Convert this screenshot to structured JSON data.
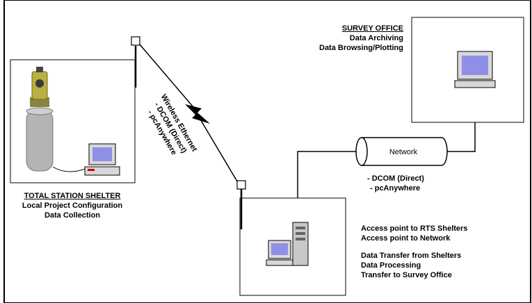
{
  "shelter": {
    "title": "TOTAL STATION SHELTER",
    "line1": "Local Project Configuration",
    "line2": "Data Collection"
  },
  "office": {
    "title": "SURVEY OFFICE",
    "line1": "Data Archiving",
    "line2": "Data Browsing/Plotting"
  },
  "wireless": {
    "line1": "Wireless Ethernet",
    "line2": "- DCOM (Direct)",
    "line3": "- pcAnywhere"
  },
  "network": {
    "label": "Network",
    "line1": "- DCOM (Direct)",
    "line2": "- pcAnywhere"
  },
  "server": {
    "line1": "Access point to RTS Shelters",
    "line2": "Access point to Network",
    "line3": "Data Transfer from Shelters",
    "line4": "Data Processing",
    "line5": "Transfer to Survey Office"
  },
  "colors": {
    "monitor_screen": "#8f8fe8",
    "instrument_body": "#b8b040",
    "cylinder": "#b4b4b4"
  }
}
